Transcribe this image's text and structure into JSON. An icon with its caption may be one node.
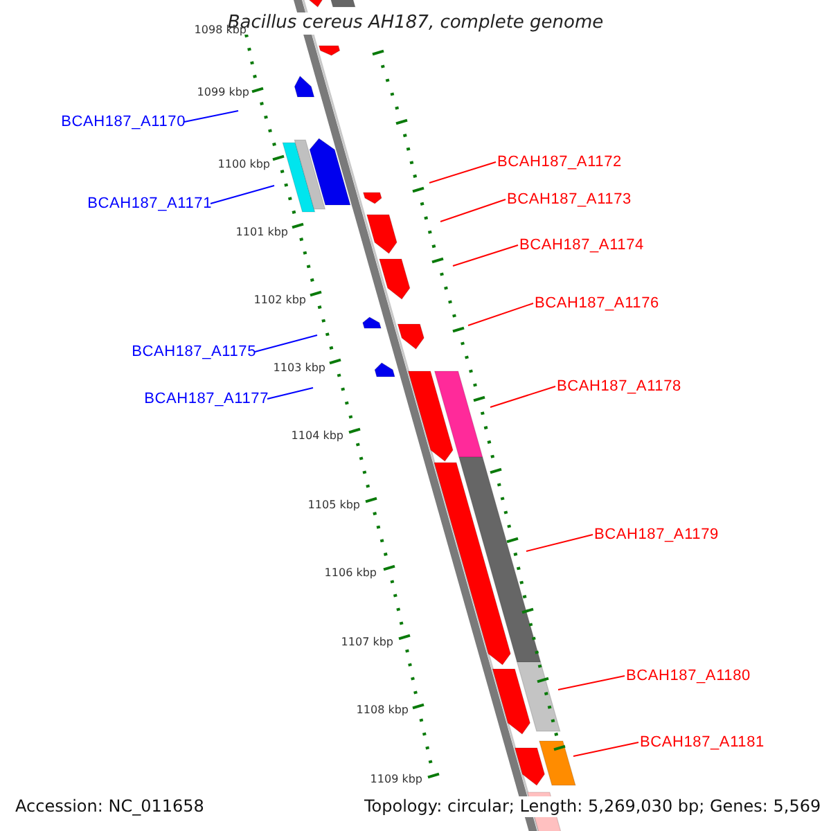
{
  "diagram": {
    "title": "Bacillus cereus AH187, complete genome",
    "nodes": [
      {
        "text": [
          "BCAH187_A1170"
        ]
      },
      {
        "text": [
          "BCAH187_A1171"
        ]
      },
      {
        "text": [
          "BCAH187_A1172"
        ]
      },
      {
        "text": [
          "BCAH187_A1173"
        ]
      },
      {
        "text": [
          "BCAH187_A1174"
        ]
      },
      {
        "text": [
          "BCAH187_A1175"
        ]
      },
      {
        "text": [
          "BCAH187_A1176"
        ]
      },
      {
        "text": [
          "BCAH187_A1177"
        ]
      },
      {
        "text": [
          "BCAH187_A1178"
        ]
      },
      {
        "text": [
          "BCAH187_A1179"
        ]
      },
      {
        "text": [
          "BCAH187_A1180"
        ]
      },
      {
        "text": [
          "BCAH187_A1181"
        ]
      }
    ],
    "edges": [
      {
        "from": 0,
        "to": null,
        "arrow": "none",
        "color": "#0000ff"
      },
      {
        "from": 1,
        "to": null,
        "arrow": "none",
        "color": "#0000ff"
      },
      {
        "from": 2,
        "to": null,
        "arrow": "none"
      },
      {
        "from": 3,
        "to": null,
        "arrow": "none"
      },
      {
        "from": 4,
        "to": null,
        "arrow": "none"
      },
      {
        "from": 5,
        "to": null,
        "arrow": "none",
        "color": "#0000ff"
      },
      {
        "from": 6,
        "to": null,
        "arrow": "none"
      },
      {
        "from": 7,
        "to": null,
        "arrow": "none",
        "color": "#0000ff"
      },
      {
        "from": 8,
        "to": null,
        "arrow": "none"
      },
      {
        "from": 9,
        "to": null,
        "arrow": "none"
      },
      {
        "from": 10,
        "to": null,
        "arrow": "none"
      },
      {
        "from": 11,
        "to": null,
        "arrow": "none"
      }
    ],
    "labels": [
      "1098 kbp",
      "1099 kbp",
      "1100 kbp",
      "1101 kbp",
      "1102 kbp",
      "1103 kbp",
      "1104 kbp",
      "1105 kbp",
      "1106 kbp",
      "1107 kbp",
      "1108 kbp",
      "1109 kbp",
      "Accession: NC_011658",
      "Topology: circular; Length: 5,269,030 bp; Genes: 5,569"
    ]
  }
}
